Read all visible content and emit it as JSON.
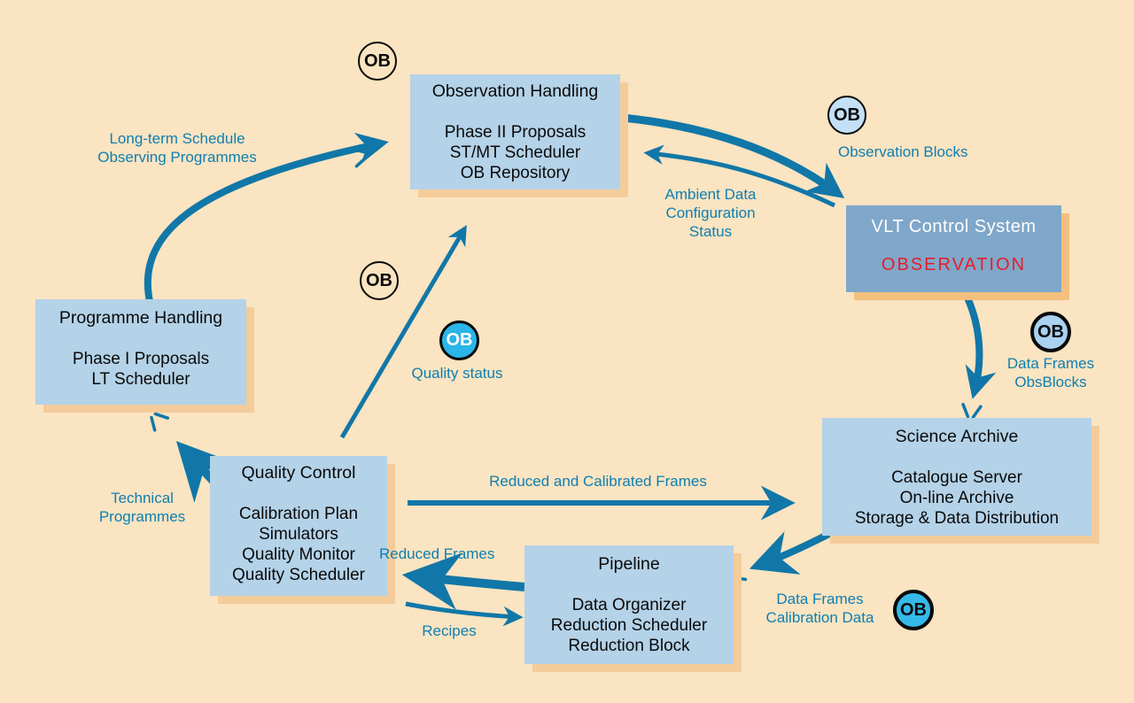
{
  "colors": {
    "background": "#FAE4C1",
    "box_fill": "#B4D2E8",
    "vlt_box_fill": "#7FA7C9",
    "arrow": "#1177A8",
    "label_text": "#0E7FB2",
    "observation_red": "#E81C2A",
    "ob_cyan": "#2BB5E8",
    "ob_lightblue": "#A8D2F0",
    "box_shadow": "#F4CC9A"
  },
  "boxes": [
    {
      "id": "observation-handling",
      "title": "Observation Handling",
      "lines": [
        "Phase II Proposals",
        "ST/MT Scheduler",
        "OB Repository"
      ]
    },
    {
      "id": "vlt-control-system",
      "title": "VLT Control System",
      "lines": [
        "OBSERVATION"
      ]
    },
    {
      "id": "programme-handling",
      "title": "Programme Handling",
      "lines": [
        "Phase I Proposals",
        "LT Scheduler"
      ]
    },
    {
      "id": "quality-control",
      "title": "Quality Control",
      "lines": [
        "Calibration Plan",
        "Simulators",
        "Quality Monitor",
        "Quality Scheduler"
      ]
    },
    {
      "id": "pipeline",
      "title": "Pipeline",
      "lines": [
        "Data Organizer",
        "Reduction Scheduler",
        "Reduction Block"
      ]
    },
    {
      "id": "science-archive",
      "title": "Science Archive",
      "lines": [
        "Catalogue Server",
        "On-line Archive",
        "Storage & Data Distribution"
      ]
    }
  ],
  "labels": {
    "long_term": [
      "Long-term Schedule",
      "Observing Programmes"
    ],
    "observation_blocks": [
      "Observation Blocks"
    ],
    "ambient": [
      "Ambient Data",
      "Configuration",
      "Status"
    ],
    "quality_status": [
      "Quality status"
    ],
    "data_frames_obsblocks": [
      "Data Frames",
      "ObsBlocks"
    ],
    "technical": [
      "Technical",
      "Programmes"
    ],
    "reduced_calibrated": [
      "Reduced and Calibrated Frames"
    ],
    "reduced_frames": [
      "Reduced Frames"
    ],
    "recipes": [
      "Recipes"
    ],
    "data_frames_calibration": [
      "Data Frames",
      "Calibration Data"
    ]
  },
  "ob_badge": {
    "text": "OB"
  },
  "arrows": [
    {
      "from": "programme-handling",
      "to": "observation-handling",
      "label": "Long-term Schedule / Observing Programmes"
    },
    {
      "from": "observation-handling",
      "to": "vlt-control-system",
      "label": "Observation Blocks"
    },
    {
      "from": "vlt-control-system",
      "to": "observation-handling",
      "label": "Ambient Data / Configuration / Status"
    },
    {
      "from": "vlt-control-system",
      "to": "science-archive",
      "label": "Data Frames / ObsBlocks"
    },
    {
      "from": "science-archive",
      "to": "pipeline",
      "label": "Data Frames / Calibration Data"
    },
    {
      "from": "pipeline",
      "to": "quality-control",
      "label": "Reduced Frames"
    },
    {
      "from": "quality-control",
      "to": "pipeline",
      "label": "Recipes"
    },
    {
      "from": "quality-control",
      "to": "science-archive",
      "label": "Reduced and Calibrated Frames"
    },
    {
      "from": "quality-control",
      "to": "observation-handling",
      "label": "Quality status"
    },
    {
      "from": "quality-control",
      "to": "programme-handling",
      "label": "Technical Programmes"
    }
  ]
}
